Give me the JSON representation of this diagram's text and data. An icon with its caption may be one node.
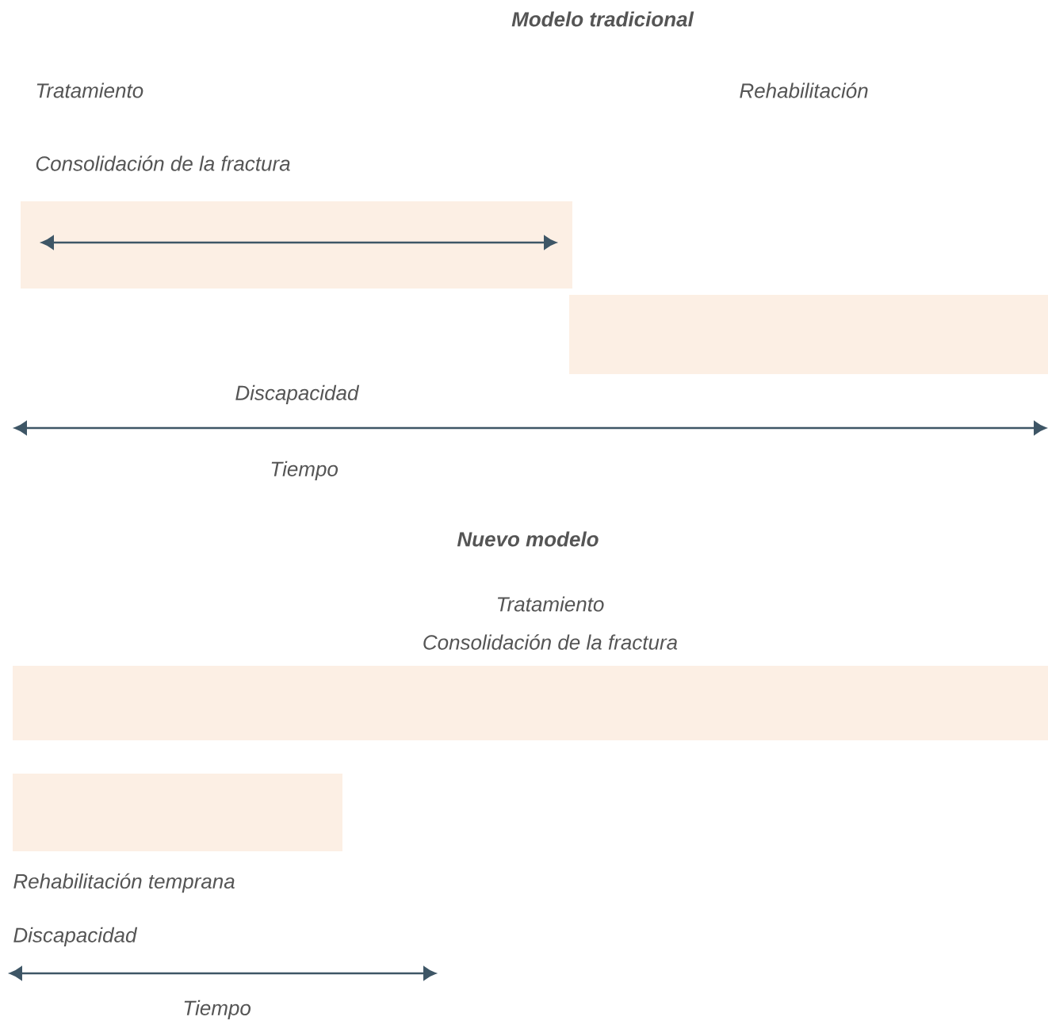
{
  "diagram": {
    "nodes": [
      {
        "text": [],
        "shape": "bar",
        "beside": [
          "Tratamiento",
          "Consolidación de la fractura"
        ]
      },
      {
        "text": [],
        "shape": "bar"
      },
      {
        "text": [],
        "shape": "bar",
        "beside": [
          "Tratamiento",
          "Consolidación de la fractura"
        ]
      },
      {
        "text": [],
        "shape": "bar",
        "beside": [
          "Rehabilitación temprana"
        ]
      }
    ],
    "labels": [
      "Modelo tradicional",
      "Rehabilitación",
      "Discapacidad",
      "Tiempo",
      "Nuevo modelo",
      "Discapacidad",
      "Tiempo"
    ]
  }
}
